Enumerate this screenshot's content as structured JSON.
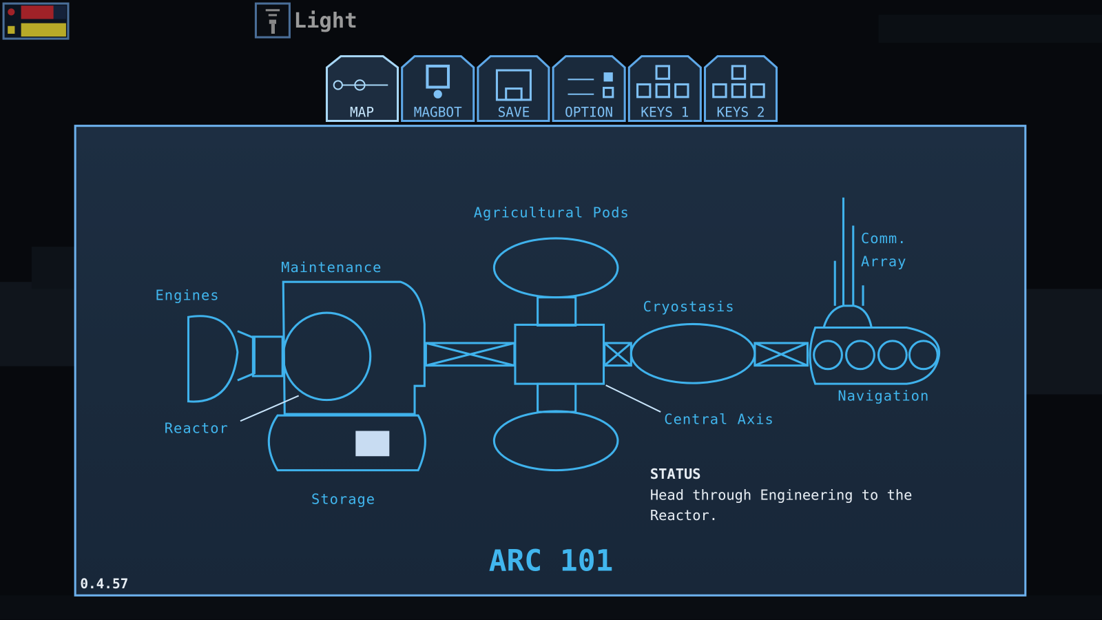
{
  "hud": {
    "health_fraction": 0.72,
    "energy_fraction": 1.0,
    "equipped_item": "Light",
    "health_color": "#a02228",
    "energy_color": "#b8aa28"
  },
  "tabs": [
    {
      "label": "MAP",
      "active": true
    },
    {
      "label": "MAGBOT",
      "active": false
    },
    {
      "label": "SAVE",
      "active": false
    },
    {
      "label": "OPTION",
      "active": false
    },
    {
      "label": "KEYS 1",
      "active": false
    },
    {
      "label": "KEYS 2",
      "active": false
    }
  ],
  "map": {
    "labels": {
      "agricultural_pods": "Agricultural Pods",
      "maintenance": "Maintenance",
      "engines": "Engines",
      "reactor": "Reactor",
      "storage": "Storage",
      "cryostasis": "Cryostasis",
      "central_axis": "Central Axis",
      "comm": "Comm.",
      "array": "Array",
      "navigation": "Navigation"
    },
    "status_title": "STATUS",
    "status_line1": "Head through Engineering to the",
    "status_line2": "Reactor.",
    "ship_name": "ARC 101",
    "version": "0.4.57"
  }
}
